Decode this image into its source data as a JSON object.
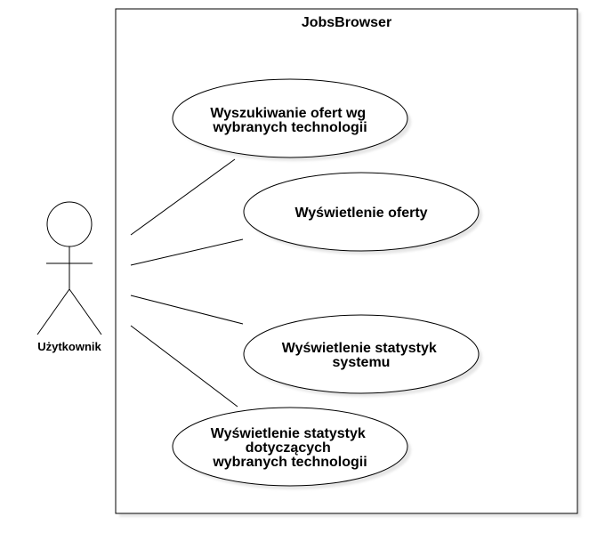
{
  "system": {
    "title": "JobsBrowser"
  },
  "actor": {
    "name": "Użytkownik"
  },
  "use_cases": [
    {
      "lines": [
        "Wyszukiwanie ofert wg",
        "wybranych technologii"
      ]
    },
    {
      "lines": [
        "Wyświetlenie oferty"
      ]
    },
    {
      "lines": [
        "Wyświetlenie statystyk",
        "systemu"
      ]
    },
    {
      "lines": [
        "Wyświetlenie statystyk",
        "dotyczących",
        "wybranych technologii"
      ]
    }
  ],
  "colors": {
    "stroke": "#000000",
    "fill": "#ffffff",
    "shadow": "#e6e6e6"
  }
}
